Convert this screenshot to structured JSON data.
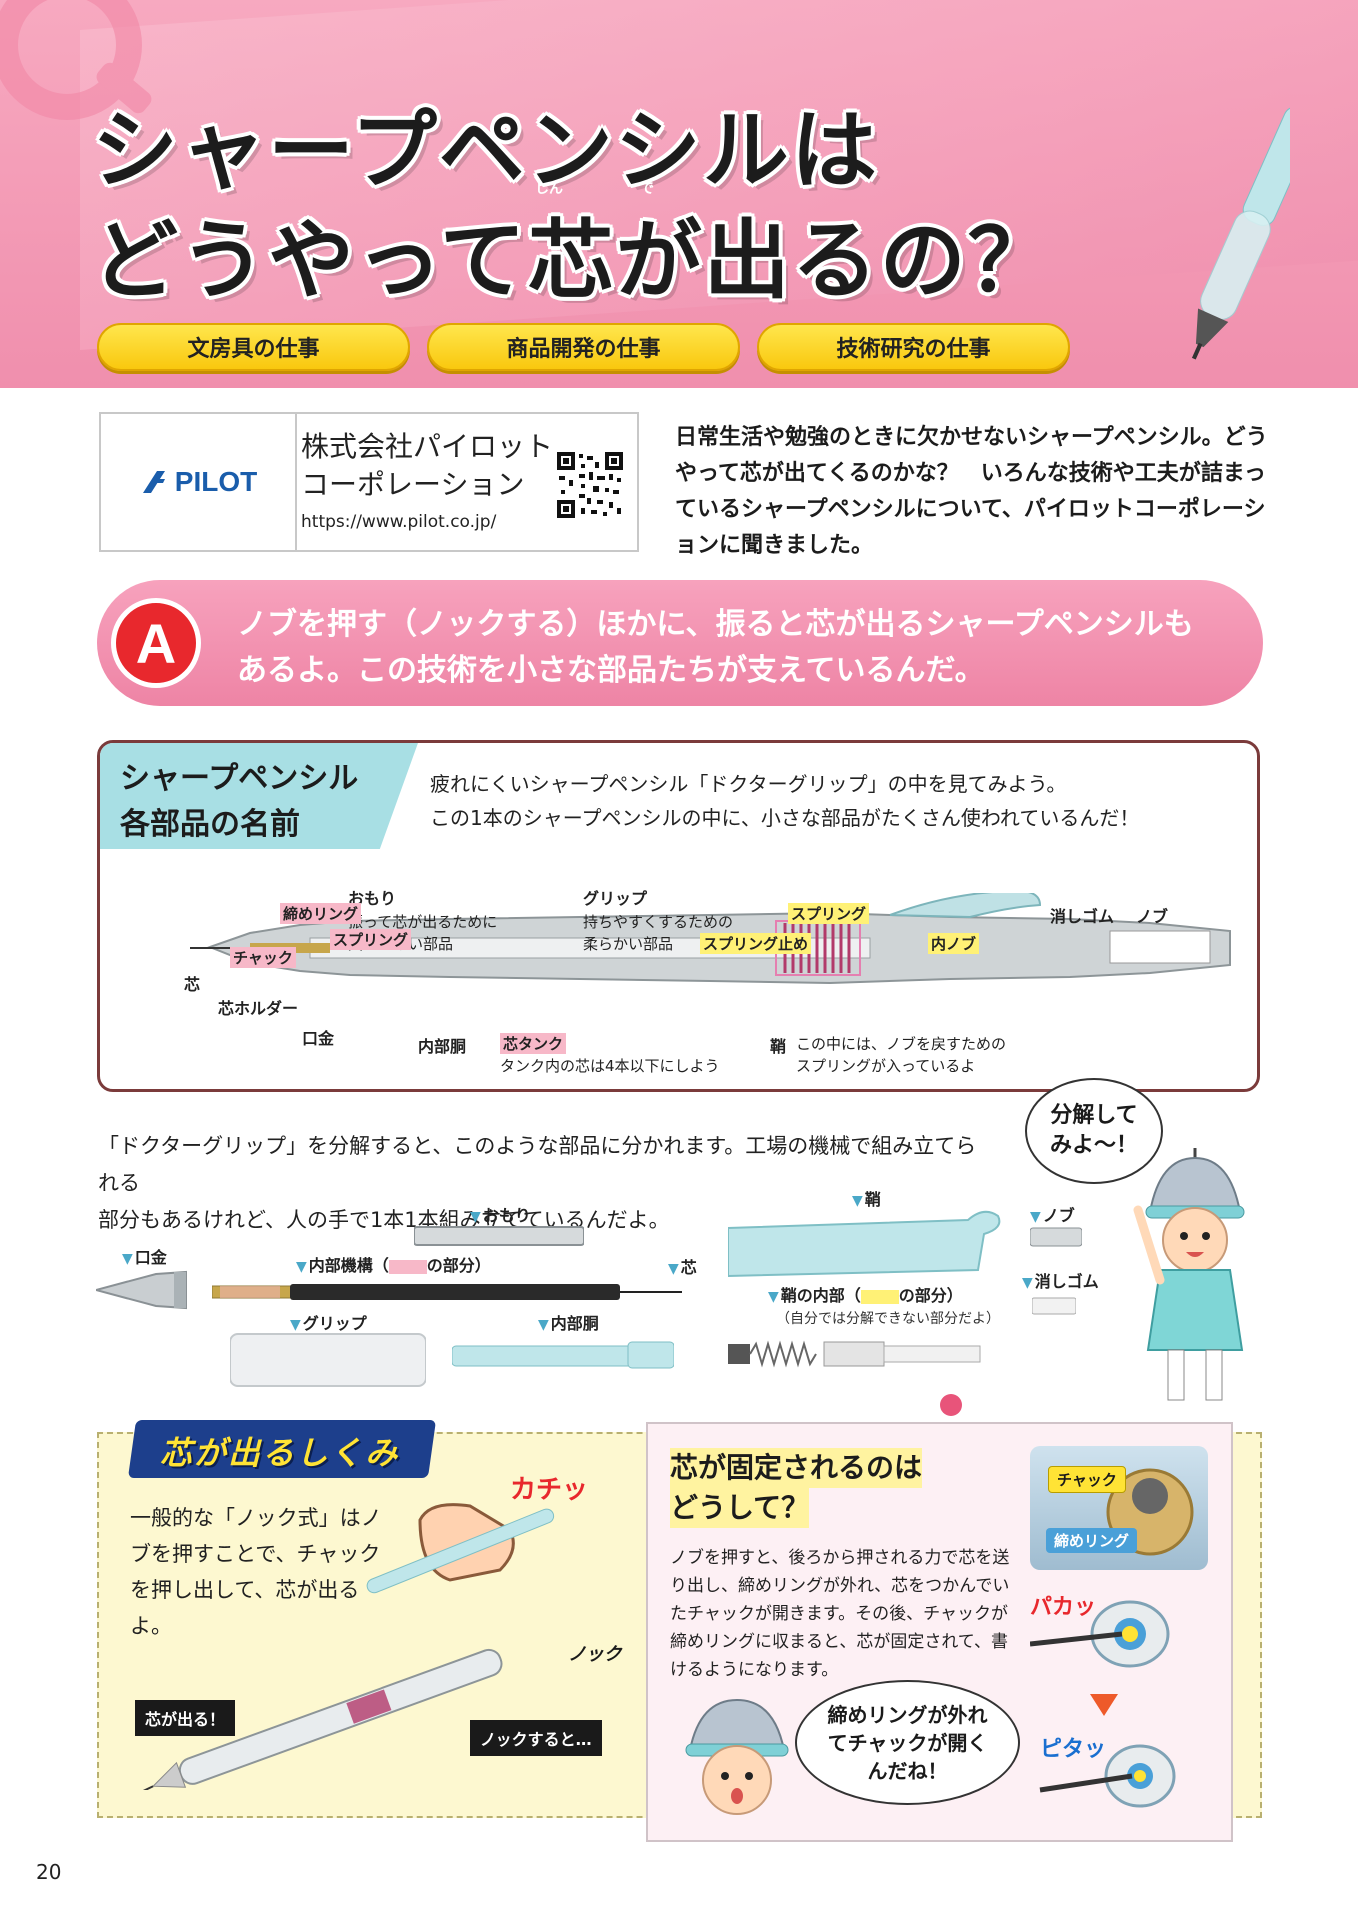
{
  "header": {
    "title_line1": "シャープペンシルは",
    "title_line2": "どうやって芯が出るの？",
    "furigana_shin": "しん",
    "furigana_de": "で",
    "pills": [
      "文房具の仕事",
      "商品開発の仕事",
      "技術研究の仕事"
    ]
  },
  "company": {
    "logo_text": "PILOT",
    "name_line1": "株式会社パイロット",
    "name_line2": "コーポレーション",
    "url": "https://www.pilot.co.jp/",
    "intro": "日常生活や勉強のときに欠かせないシャープペンシル。どうやって芯が出てくるのかな？　いろんな技術や工夫が詰まっているシャープペンシルについて、パイロットコーポレーションに聞きました。"
  },
  "answer": {
    "badge": "A",
    "line1": "ノブを押す（ノックする）ほかに、振ると芯が出るシャープペンシルも",
    "line2": "あるよ。この技術を小さな部品たちが支えているんだ。"
  },
  "parts": {
    "tab_line1": "シャープペンシル",
    "tab_line2": "各部品の名前",
    "intro_line1": "疲れにくいシャープペンシル「ドクターグリップ」の中を見てみよう。",
    "intro_line2": "この1本のシャープペンシルの中に、小さな部品がたくさん使われているんだ！",
    "labels": {
      "omori": "おもり",
      "omori_desc1": "振って芯が出るために",
      "omori_desc2": "欠かせない部品",
      "grip": "グリップ",
      "grip_desc1": "持ちやすくするための",
      "grip_desc2": "柔らかい部品",
      "shimering": "締めリング",
      "spring_left": "スプリング",
      "chuck": "チャック",
      "shin": "芯",
      "shin_holder": "芯ホルダー",
      "kuchigane": "口金",
      "naibudou": "内部胴",
      "shin_tank": "芯タンク",
      "tank_note": "タンク内の芯は4本以下にしよう",
      "spring_right": "スプリング",
      "spring_stopper": "スプリング止め",
      "uchi_nobu": "内ノブ",
      "keshigomu": "消しゴム",
      "nobu": "ノブ",
      "saya": "鞘",
      "saya_note1": "この中には、ノブを戻すための",
      "saya_note2": "スプリングが入っているよ"
    }
  },
  "disassembly": {
    "text_line1": "「ドクターグリップ」を分解すると、このような部品に分かれます。工場の機械で組み立てられる",
    "text_line2": "部分もあるけれど、人の手で1本1本組み立てているんだよ。",
    "bubble_line1": "分解して",
    "bubble_line2": "みよ〜！",
    "parts": {
      "omori": "おもり",
      "saya": "鞘",
      "nobu": "ノブ",
      "kuchigane": "口金",
      "naibu_kikou": "内部機構（",
      "naibu_kikou_end": "の部分）",
      "shin": "芯",
      "keshigomu": "消しゴム",
      "saya_naibu": "鞘の内部（",
      "saya_naibu_end": "の部分）",
      "saya_naibu_note": "（自分では分解できない部分だよ）",
      "grip": "グリップ",
      "naibudou": "内部胴"
    }
  },
  "mechanism": {
    "title": "芯が出るしくみ",
    "body": "一般的な「ノック式」はノブを押すことで、チャックを押し出して、芯が出るよ。",
    "kachi": "カチッ",
    "knock": "ノック",
    "tag_shin": "芯が出る！",
    "tag_knock": "ノックすると…"
  },
  "fixed": {
    "title_line1": "芯が固定されるのは",
    "title_line2": "どうして？",
    "body": "ノブを押すと、後ろから押される力で芯を送り出し、締めリングが外れ、芯をつかんでいたチャックが開きます。その後、チャックが締めリングに収まると、芯が固定されて、書けるようになります。",
    "chip_chuck": "チャック",
    "chip_ring": "締めリング",
    "paka": "パカッ",
    "pita": "ピタッ",
    "bubble": "締めリングが外れてチャックが開くんだね！"
  },
  "page_number": "20",
  "colors": {
    "header_pink": "#f08fad",
    "pill_yellow": "#f9c80e",
    "answer_red": "#e8282d",
    "tab_cyan": "#a8dfe4",
    "mech_blue": "#1d3f8c"
  }
}
